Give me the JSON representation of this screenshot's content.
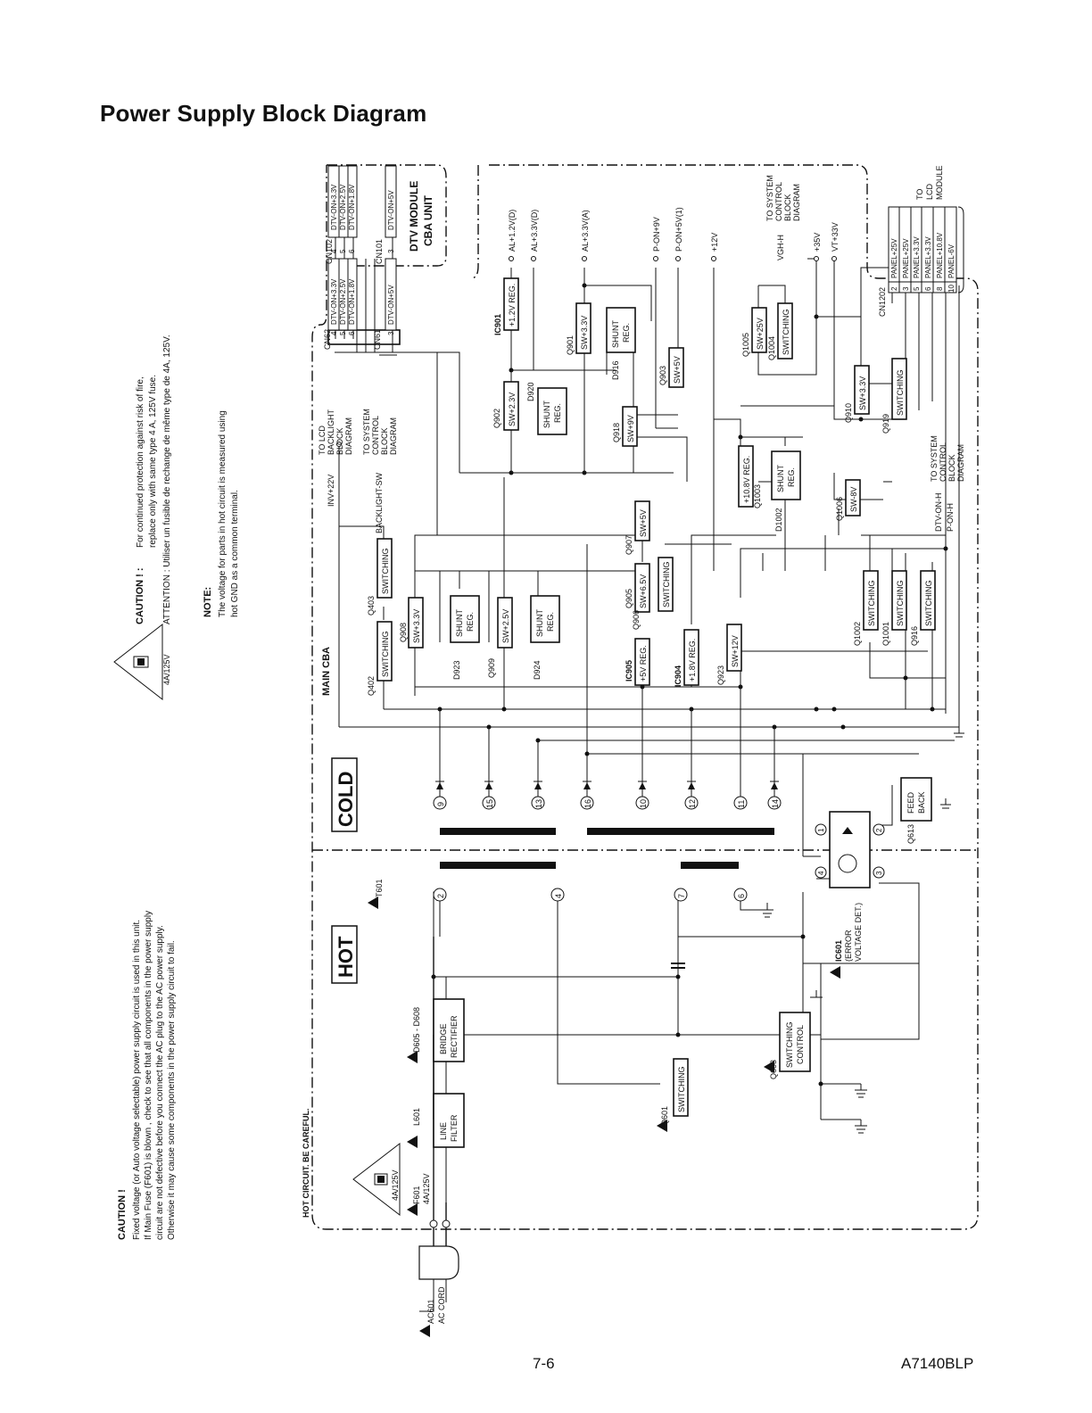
{
  "title": "Power Supply Block Diagram",
  "footer": {
    "page": "7-6",
    "model": "A7140BLP"
  },
  "caution_main": {
    "heading": "CAUTION !",
    "lines": [
      "Fixed voltage (or Auto voltage selectable) power supply circuit is used in this unit.",
      "If Main Fuse (F601) is blown , check to see that all components in the power supply",
      "circuit are not defective before you connect the AC plug to the AC power supply.",
      "Otherwise it may cause some components in the power supply circuit to fail."
    ]
  },
  "caution_fuse": {
    "rating": "4A/125V",
    "caution_label": "CAUTION ! :",
    "caution_line1": "For continued protection against risk of fire,",
    "caution_line2": "replace only with same type  4 A, 125V fuse.",
    "attention": "ATTENTION : Utiliser un fusible de rechange de même type de  4A, 125V."
  },
  "note": {
    "heading": "NOTE:",
    "line1": "The voltage for parts in hot circuit is measured using",
    "line2": "hot GND as a common terminal."
  },
  "regions": {
    "hot_circuit_warning": "HOT CIRCUIT. BE CAREFUL.",
    "hot": "HOT",
    "cold": "COLD",
    "main_cba": "MAIN CBA",
    "dtv_module": "DTV MODULE",
    "cba_unit": "CBA UNIT"
  },
  "input": {
    "ac_cord_ref": "AC601",
    "ac_cord": "AC CORD",
    "fuse_ref": "F601",
    "fuse_rating": "4A/125V",
    "fuse_label_rating": "4A/125V"
  },
  "blocks": [
    {
      "ref": "L601",
      "label": [
        "LINE",
        "FILTER"
      ]
    },
    {
      "ref": "D605 - D608",
      "label": [
        "BRIDGE",
        "RECTIFIER"
      ]
    },
    {
      "ref": "Q601",
      "label": [
        "SWITCHING"
      ]
    },
    {
      "ref": "Q603",
      "label": [
        "SWITCHING",
        "CONTROL"
      ]
    },
    {
      "ref": "IC601",
      "label": [
        "(ERROR",
        "VOLTAGE DET.)"
      ]
    },
    {
      "ref": "Q613",
      "label": [
        "FEED",
        "BACK"
      ]
    },
    {
      "ref": "T601",
      "label": []
    },
    {
      "ref": "Q402",
      "label": [
        "SWITCHING"
      ]
    },
    {
      "ref": "Q403",
      "label": [
        "SWITCHING"
      ]
    },
    {
      "ref": "Q908",
      "label": [
        "SW+3.3V"
      ]
    },
    {
      "ref": "D923",
      "label": [
        "SHUNT",
        "REG."
      ]
    },
    {
      "ref": "Q909",
      "label": [
        "SW+2.5V"
      ]
    },
    {
      "ref": "D924",
      "label": [
        "SHUNT",
        "REG."
      ]
    },
    {
      "ref": "IC905",
      "label": [
        "+5V REG."
      ]
    },
    {
      "ref": "Q905",
      "label": [
        "SW+6.5V"
      ]
    },
    {
      "ref": "Q906",
      "label": [
        "SWITCHING"
      ]
    },
    {
      "ref": "Q907",
      "label": [
        "SW+5V"
      ]
    },
    {
      "ref": "IC904",
      "label": [
        "+1.8V REG."
      ]
    },
    {
      "ref": "Q923",
      "label": [
        "SW+12V"
      ]
    },
    {
      "ref": "Q902",
      "label": [
        "SW+2.3V"
      ]
    },
    {
      "ref": "D920",
      "label": [
        "SHUNT",
        "REG."
      ]
    },
    {
      "ref": "IC901",
      "label": [
        "+1.2V REG."
      ]
    },
    {
      "ref": "Q901",
      "label": [
        "SW+3.3V"
      ]
    },
    {
      "ref": "D916",
      "label": [
        "SHUNT",
        "REG."
      ]
    },
    {
      "ref": "Q918",
      "label": [
        "SW+9V"
      ]
    },
    {
      "ref": "Q903",
      "label": [
        "SW+5V"
      ]
    },
    {
      "ref": "Q1003",
      "label": [
        "+10.8V REG."
      ]
    },
    {
      "ref": "D1002",
      "label": [
        "SHUNT",
        "REG."
      ]
    },
    {
      "ref": "Q1006",
      "label": [
        "SW-8V"
      ]
    },
    {
      "ref": "Q1005",
      "label": [
        "SW+25V"
      ]
    },
    {
      "ref": "Q1004",
      "label": [
        "SWITCHING"
      ]
    },
    {
      "ref": "Q910",
      "label": [
        "SW+3.3V"
      ]
    },
    {
      "ref": "Q919",
      "label": [
        "SWITCHING"
      ]
    },
    {
      "ref": "Q1002",
      "label": [
        "SWITCHING"
      ]
    },
    {
      "ref": "Q1001",
      "label": [
        "SWITCHING"
      ]
    },
    {
      "ref": "Q916",
      "label": [
        "SWITCHING"
      ]
    }
  ],
  "transformer": {
    "primary_pins": [
      "2",
      "4",
      "7",
      "6"
    ],
    "secondary_pins": [
      "9",
      "15",
      "13",
      "16",
      "10",
      "12",
      "11",
      "14"
    ],
    "optocoupler_pins": [
      "1",
      "2",
      "3",
      "4"
    ]
  },
  "connectors": {
    "cn62": {
      "ref": "CN62",
      "pins": [
        "4",
        "5",
        "6"
      ],
      "signals": [
        "DTV-ON+3.3V",
        "DTV-ON+2.5V",
        "DTV-ON+1.8V"
      ]
    },
    "cn61": {
      "ref": "CN61",
      "pins": [
        "3"
      ],
      "signals": [
        "DTV-ON+5V"
      ]
    },
    "cn102": {
      "ref": "CN102",
      "pins": [
        "4",
        "5",
        "6"
      ],
      "signals": [
        "DTV-ON+3.3V",
        "DTV-ON+2.5V",
        "DTV-ON+1.8V"
      ]
    },
    "cn101": {
      "ref": "CN101",
      "pins": [
        "3"
      ],
      "signals": [
        "DTV-ON+5V"
      ]
    },
    "cn1202": {
      "ref": "CN1202",
      "pins": [
        "2",
        "3",
        "5",
        "6",
        "8",
        "10"
      ],
      "signals": [
        "PANEL+25V",
        "PANEL+25V",
        "PANEL+3.3V",
        "PANEL+3.3V",
        "PANEL+10.8V",
        "PANEL-6V"
      ],
      "to": [
        "TO",
        "LCD",
        "MODULE"
      ]
    }
  },
  "outputs": [
    "AL+1.2V(D)",
    "AL+3.3V(D)",
    "AL+3.3V(A)",
    "P-ON+9V",
    "P-ON+5V(1)",
    "+12V",
    "+35V",
    "VT+33V"
  ],
  "side_labels": {
    "backlight": {
      "signal": "INV+22V",
      "lines": [
        "TO LCD",
        "BACKLIGHT",
        "BLOCK",
        "DIAGRAM"
      ]
    },
    "backlight_sw": {
      "signal": "BACKLIGHT-SW",
      "lines": [
        "TO SYSTEM",
        "CONTROL",
        "BLOCK",
        "DIAGRAM"
      ]
    },
    "vgh": {
      "signal": "VGH-H",
      "lines": [
        "TO SYSTEM",
        "CONTROL",
        "BLOCK",
        "DIAGRAM"
      ]
    },
    "dtv": {
      "signals": [
        "DTV-ON-H",
        "P-ON-H"
      ],
      "lines": [
        "TO SYSTEM",
        "CONTROL",
        "BLOCK",
        "DIAGRAM"
      ]
    }
  }
}
